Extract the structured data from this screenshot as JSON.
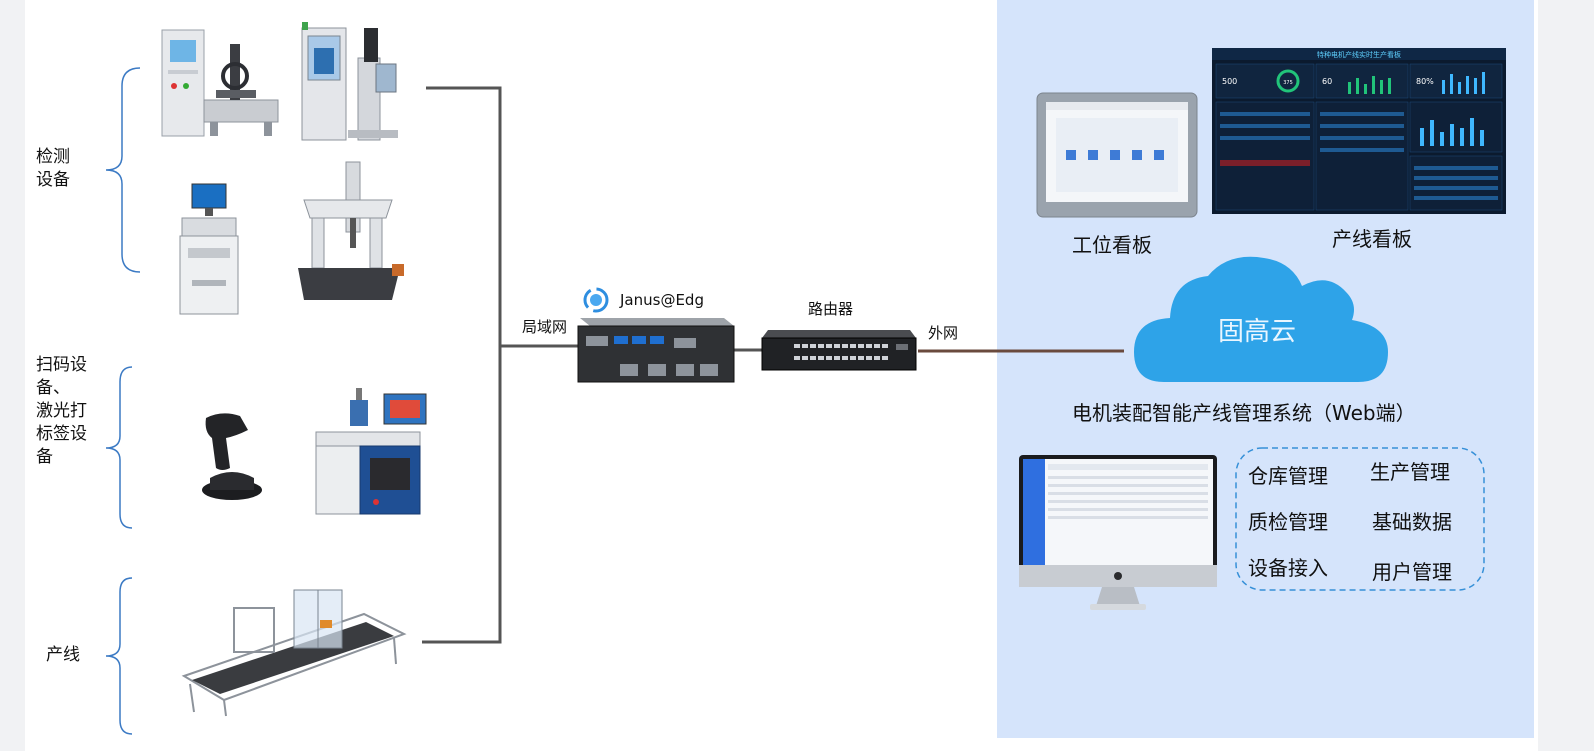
{
  "left_groups": [
    {
      "label": "检测\n设备"
    },
    {
      "label": "扫码设\n备、\n激光打\n标签设\n备"
    },
    {
      "label": "产线"
    }
  ],
  "network": {
    "lan_label": "局域网",
    "edge_label": "Janus@Edg",
    "router_label": "路由器",
    "wan_label": "外网",
    "cloud_label": "固高云"
  },
  "boards": {
    "station_board": "工位看板",
    "line_board": "产线看板"
  },
  "system_title": "电机装配智能产线管理系统（Web端）",
  "features": [
    "仓库管理",
    "生产管理",
    "质检管理",
    "基础数据",
    "设备接入",
    "用户管理"
  ],
  "dashboard": {
    "title": "特种电机产线实时生产看板",
    "kpis": [
      "500",
      "60",
      "80%"
    ],
    "ring_value": "375"
  },
  "colors": {
    "panel_bg": "#d5e4fb",
    "cloud": "#2ea3e8",
    "brace": "#3b7ac4",
    "dashboard_bg": "#0b1a2e",
    "dashed_border": "#3690d8"
  }
}
